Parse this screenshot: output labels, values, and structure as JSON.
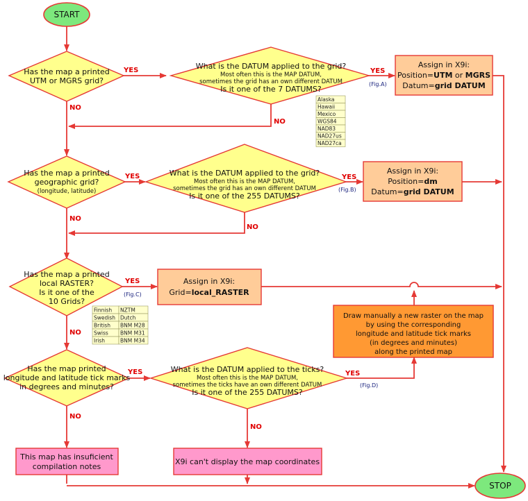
{
  "start_label": "START",
  "stop_label": "STOP",
  "yes": "YES",
  "no": "NO",
  "q1": {
    "l1": "Has the map a printed",
    "l2": "UTM or MGRS grid?"
  },
  "d1": {
    "l1": "What is the DATUM applied to the grid?",
    "l2": "Most often this is the MAP DATUM,",
    "l3": "sometimes the grid has an own different DATUM",
    "l4": "Is it one of the 7 DATUMS?",
    "fig": "(Fig.A)"
  },
  "datums7": [
    "Alaska",
    "Hawaii",
    "Mexico",
    "WGS84",
    "NAD83",
    "NAD27us",
    "NAD27ca"
  ],
  "a1": {
    "l1": "Assign in X9i:",
    "l2a": "Position=",
    "l2b": "UTM",
    "l2c": " or ",
    "l2d": "MGRS",
    "l3a": "Datum=",
    "l3b": "grid DATUM"
  },
  "q2": {
    "l1": "Has the map a printed",
    "l2": "geographic grid?",
    "l3": "(longitude, latitude)"
  },
  "d2": {
    "l1": "What is the DATUM applied to the grid?",
    "l2": "Most often this is the MAP DATUM,",
    "l3": "sometimes the grid has an own different DATUM",
    "l4": "Is it one of the 255 DATUMS?",
    "fig": "(Fig.B)"
  },
  "a2": {
    "l1": "Assign in X9i:",
    "l2a": "Position=",
    "l2b": "dm",
    "l3a": "Datum=",
    "l3b": "grid DATUM"
  },
  "q3": {
    "l1": "Has the map a printed",
    "l2": "local RASTER?",
    "l3": "Is it one of the",
    "l4": "10 Grids?",
    "fig": "(Fig.C)"
  },
  "grids10": [
    [
      "Finnish",
      "NZTM"
    ],
    [
      "Swedish",
      "Dutch"
    ],
    [
      "British",
      "BNM M28"
    ],
    [
      "Swiss",
      "BNM M31"
    ],
    [
      "Irish",
      "BNM M34"
    ]
  ],
  "a3": {
    "l1": "Assign in X9i:",
    "l2a": "Grid=",
    "l2b": "local_RASTER"
  },
  "draw": {
    "l1": "Draw manually a new raster on the map",
    "l2": "by using the corresponding",
    "l3": "longitude and latitude tick marks",
    "l4": "(in degrees and minutes)",
    "l5": "along the printed map"
  },
  "q4": {
    "l1": "Has the map printed",
    "l2": "longitude and latitude tick marks",
    "l3": "in degrees and minutes?"
  },
  "d4": {
    "l1": "What is the DATUM applied to the ticks?",
    "l2": "Most often this is the MAP DATUM,",
    "l3": "sometimes the ticks have an own different DATUM",
    "l4": "Is it one of the 255 DATUMS?",
    "fig": "(Fig.D)"
  },
  "end1": {
    "l1": "This map has insuficient",
    "l2": "compilation notes"
  },
  "end2": {
    "l1": "X9i can't display the map coordinates"
  },
  "colors": {
    "arrow": "#e53935",
    "diamond": "#ffff8d",
    "box_light": "#ffcc99",
    "box_dark": "#ff9933",
    "pink": "#ff99cc",
    "terminal": "#7de87d"
  }
}
